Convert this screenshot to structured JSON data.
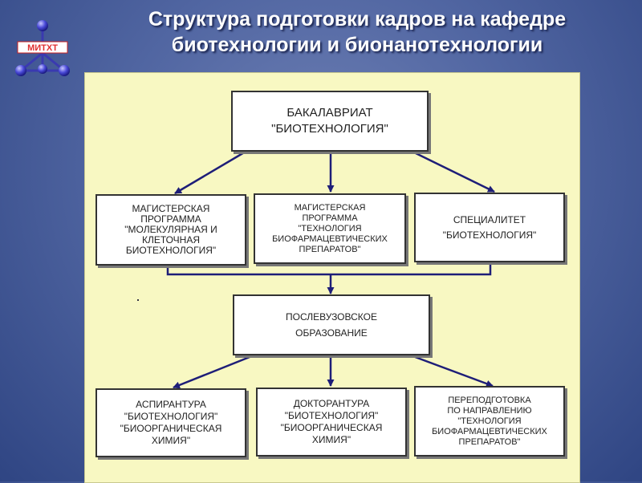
{
  "title": {
    "line1": "Структура подготовки кадров на кафедре",
    "line2": "биотехнологии и бионанотехнологии"
  },
  "logo": {
    "text": "МИТХТ",
    "icon": "molecule-logo-icon",
    "color": "#e03030"
  },
  "colors": {
    "background": "#5166a2",
    "panel": "#f8f8c2",
    "arrow": "#1e1e78",
    "box_border": "#333333"
  },
  "diagram": {
    "top": {
      "line1": "БАКАЛАВРИАТ",
      "line2": "\"БИОТЕХНОЛОГИЯ\""
    },
    "level2": [
      {
        "line1": "МАГИСТЕРСКАЯ",
        "line2": "ПРОГРАММА",
        "line3": "\"МОЛЕКУЛЯРНАЯ И",
        "line4": "КЛЕТОЧНАЯ",
        "line5": "БИОТЕХНОЛОГИЯ\""
      },
      {
        "line1": "МАГИСТЕРСКАЯ",
        "line2": "ПРОГРАММА",
        "line3": "\"ТЕХНОЛОГИЯ",
        "line4": "БИОФАРМАЦЕВТИЧЕСКИХ",
        "line5": "ПРЕПАРАТОВ\""
      },
      {
        "line1": "СПЕЦИАЛИТЕТ",
        "line2": "\"БИОТЕХНОЛОГИЯ\""
      }
    ],
    "middle": {
      "line1": "ПОСЛЕВУЗОВСКОЕ",
      "line2": "ОБРАЗОВАНИЕ"
    },
    "level4": [
      {
        "line1": "АСПИРАНТУРА",
        "line2": "\"БИОТЕХНОЛОГИЯ\"",
        "line3": "\"БИООРГАНИЧЕСКАЯ",
        "line4": "ХИМИЯ\""
      },
      {
        "line1": "ДОКТОРАНТУРА",
        "line2": "\"БИОТЕХНОЛОГИЯ\"",
        "line3": "\"БИООРГАНИЧЕСКАЯ",
        "line4": "ХИМИЯ\""
      },
      {
        "line1": "ПЕРЕПОДГОТОВКА",
        "line2": "ПО НАПРАВЛЕНИЮ",
        "line3": "\"ТЕХНОЛОГИЯ",
        "line4": "БИОФАРМАЦЕВТИЧЕСКИХ",
        "line5": "ПРЕПАРАТОВ\""
      }
    ]
  }
}
